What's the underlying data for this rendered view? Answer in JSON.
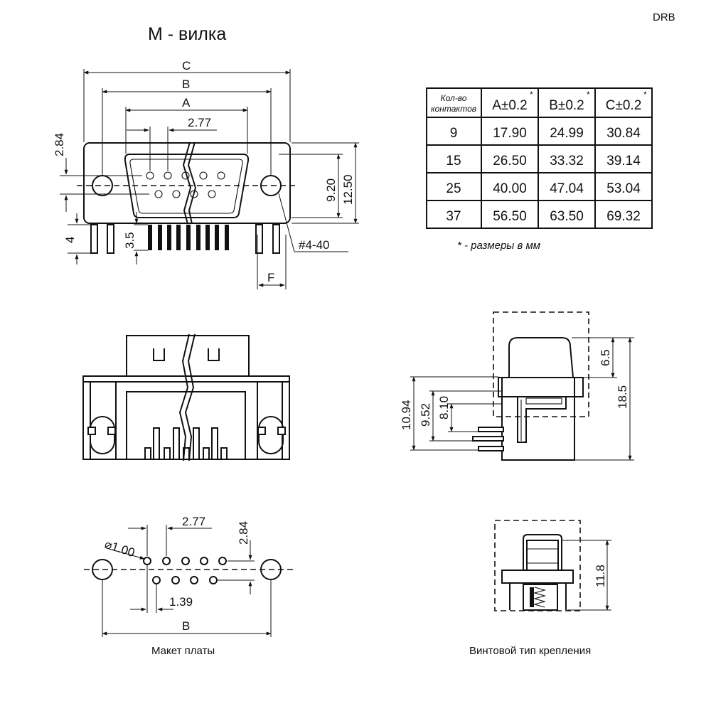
{
  "header": {
    "title": "M - вилка",
    "code": "DRB"
  },
  "front_view": {
    "dims": {
      "c": "C",
      "b": "B",
      "a": "A",
      "pitch": "2.77",
      "row_offset": "2.84",
      "height_920": "9.20",
      "height_1250": "12.50",
      "pin_len": "3.5",
      "leg_len": "4",
      "thread": "#4-40",
      "f": "F"
    }
  },
  "side_view": {
    "dims": {
      "d1094": "10.94",
      "d952": "9.52",
      "d810": "8.10",
      "d65": "6.5",
      "d185": "18.5"
    }
  },
  "pcb_layout": {
    "dims": {
      "pitch": "2.77",
      "row_offset": "2.84",
      "hole": "⌀1.00",
      "half_pitch": "1.39",
      "b": "B"
    },
    "caption": "Макет платы"
  },
  "screw_view": {
    "dims": {
      "d118": "11.8"
    },
    "caption": "Винтовой тип крепления"
  },
  "table": {
    "header_count": [
      "Кол-во",
      "контактов"
    ],
    "headers": [
      "A±0.2",
      "B±0.2",
      "C±0.2"
    ],
    "asterisk": "*",
    "rows": [
      [
        "9",
        "17.90",
        "24.99",
        "30.84"
      ],
      [
        "15",
        "26.50",
        "33.32",
        "39.14"
      ],
      [
        "25",
        "40.00",
        "47.04",
        "53.04"
      ],
      [
        "37",
        "56.50",
        "63.50",
        "69.32"
      ]
    ],
    "note": "* - размеры в мм"
  }
}
